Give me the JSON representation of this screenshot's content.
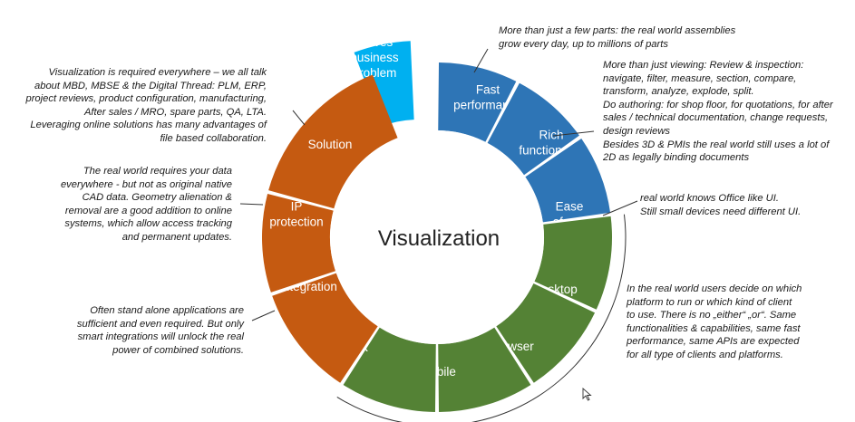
{
  "center": {
    "title": "Visualization"
  },
  "segments": [
    {
      "id": "solves",
      "lines": [
        "Solves",
        "business",
        "problem"
      ],
      "color": "#00b0f0",
      "exploded": true
    },
    {
      "id": "fast",
      "lines": [
        "Fast",
        "performance"
      ],
      "color": "#2e75b6"
    },
    {
      "id": "rich",
      "lines": [
        "Rich",
        "functionality"
      ],
      "color": "#2e75b6"
    },
    {
      "id": "ease",
      "lines": [
        "Ease",
        "of use"
      ],
      "color": "#2e75b6"
    },
    {
      "id": "desktop",
      "lines": [
        "Desktop"
      ],
      "color": "#548235"
    },
    {
      "id": "browser",
      "lines": [
        "Browser"
      ],
      "color": "#548235"
    },
    {
      "id": "mobile",
      "lines": [
        "Mobile"
      ],
      "color": "#548235"
    },
    {
      "id": "vr",
      "lines": [
        "VR"
      ],
      "color": "#548235"
    },
    {
      "id": "integration",
      "lines": [
        "Integration"
      ],
      "color": "#c55a11"
    },
    {
      "id": "ip",
      "lines": [
        "IP",
        "protection"
      ],
      "color": "#c55a11"
    },
    {
      "id": "solution",
      "lines": [
        "Solution"
      ],
      "color": "#c55a11"
    }
  ],
  "notes": {
    "visualization_required": [
      "Visualization is required everywhere – we all talk",
      "about MBD, MBSE & the Digital Thread: PLM, ERP,",
      "project reviews, product configuration, manufacturing,",
      "After sales / MRO, spare parts, QA, LTA.",
      "Leveraging online solutions has many advantages of",
      "file based collaboration."
    ],
    "ip_protection": [
      "The real world requires your data",
      "everywhere - but not as original native",
      "CAD data. Geometry alienation &",
      "removal are a good addition to online",
      "systems, which allow access tracking",
      "and permanent updates."
    ],
    "integration": [
      "Often stand alone applications are",
      "sufficient and even required. But only",
      "smart integrations will unlock the real",
      "power of combined solutions."
    ],
    "fast_performance": [
      "More than just a few parts: the real world assemblies",
      "grow every day, up to millions of parts"
    ],
    "rich_functionality": [
      "More than just viewing: Review & inspection:",
      "navigate, filter, measure, section, compare,",
      "transform, analyze, explode, split.",
      "Do authoring: for shop floor, for quotations, for after",
      "sales / technical documentation, change requests,",
      "design reviews",
      "Besides 3D & PMIs the real world still uses a lot of",
      "2D as legally binding documents"
    ],
    "ease_of_use": [
      "real world knows Office like UI.",
      "Still small devices need different UI."
    ],
    "platforms": [
      "In the real world users decide on which",
      "platform to run or which kind of client",
      "to use. There is no „either“ „or“. Same",
      "functionalities & capabilities, same fast",
      "performance, same APIs are expected",
      "for all type of clients and platforms."
    ]
  }
}
